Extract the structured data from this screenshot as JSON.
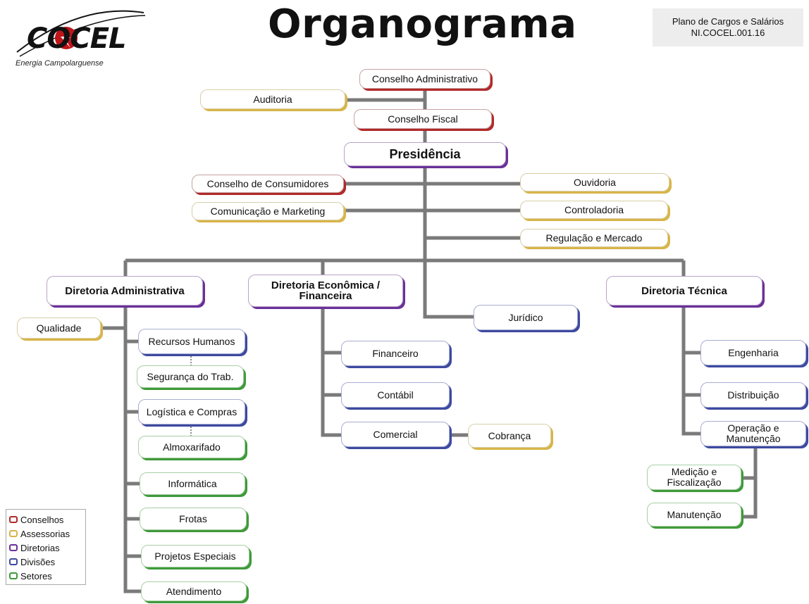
{
  "header": {
    "title": "Organograma",
    "doc_line1": "Plano de Cargos e Salários",
    "doc_line2": "NI.COCEL.001.16"
  },
  "logo": {
    "name": "COCEL",
    "tagline": "Energia Campolarguense"
  },
  "colors": {
    "conselho": "#b12a2a",
    "assessoria": "#d8b548",
    "diretoria": "#6a3199",
    "divisao": "#3d4aa0",
    "setor": "#3f9a3a",
    "connector": "#7a7a7a"
  },
  "nodes": {
    "conselho_admin": "Conselho Administrativo",
    "auditoria": "Auditoria",
    "conselho_fiscal": "Conselho Fiscal",
    "presidencia": "Presidência",
    "conselho_consumidores": "Conselho de Consumidores",
    "ouvidoria": "Ouvidoria",
    "comunicacao": "Comunicação e Marketing",
    "controladoria": "Controladoria",
    "regulacao": "Regulação e Mercado",
    "dir_admin": "Diretoria Administrativa",
    "dir_econ_1": "Diretoria Econômica /",
    "dir_econ_2": "Financeira",
    "dir_tecnica": "Diretoria Técnica",
    "juridico": "Jurídico",
    "qualidade": "Qualidade",
    "rh": "Recursos Humanos",
    "seguranca": "Segurança do Trab.",
    "logistica": "Logística e Compras",
    "almoxarifado": "Almoxarifado",
    "informatica": "Informática",
    "frotas": "Frotas",
    "projetos": "Projetos Especiais",
    "atendimento": "Atendimento",
    "financeiro": "Financeiro",
    "contabil": "Contábil",
    "comercial": "Comercial",
    "cobranca": "Cobrança",
    "engenharia": "Engenharia",
    "distribuicao": "Distribuição",
    "operacao_1": "Operação e",
    "operacao_2": "Manutenção",
    "medicao_1": "Medição e",
    "medicao_2": "Fiscalização",
    "manutencao": "Manutenção"
  },
  "legend": [
    {
      "label": "Conselhos",
      "color": "#b12a2a"
    },
    {
      "label": "Assessorias",
      "color": "#d8b548"
    },
    {
      "label": "Diretorias",
      "color": "#6a3199"
    },
    {
      "label": "Divisões",
      "color": "#3d4aa0"
    },
    {
      "label": "Setores",
      "color": "#3f9a3a"
    }
  ]
}
